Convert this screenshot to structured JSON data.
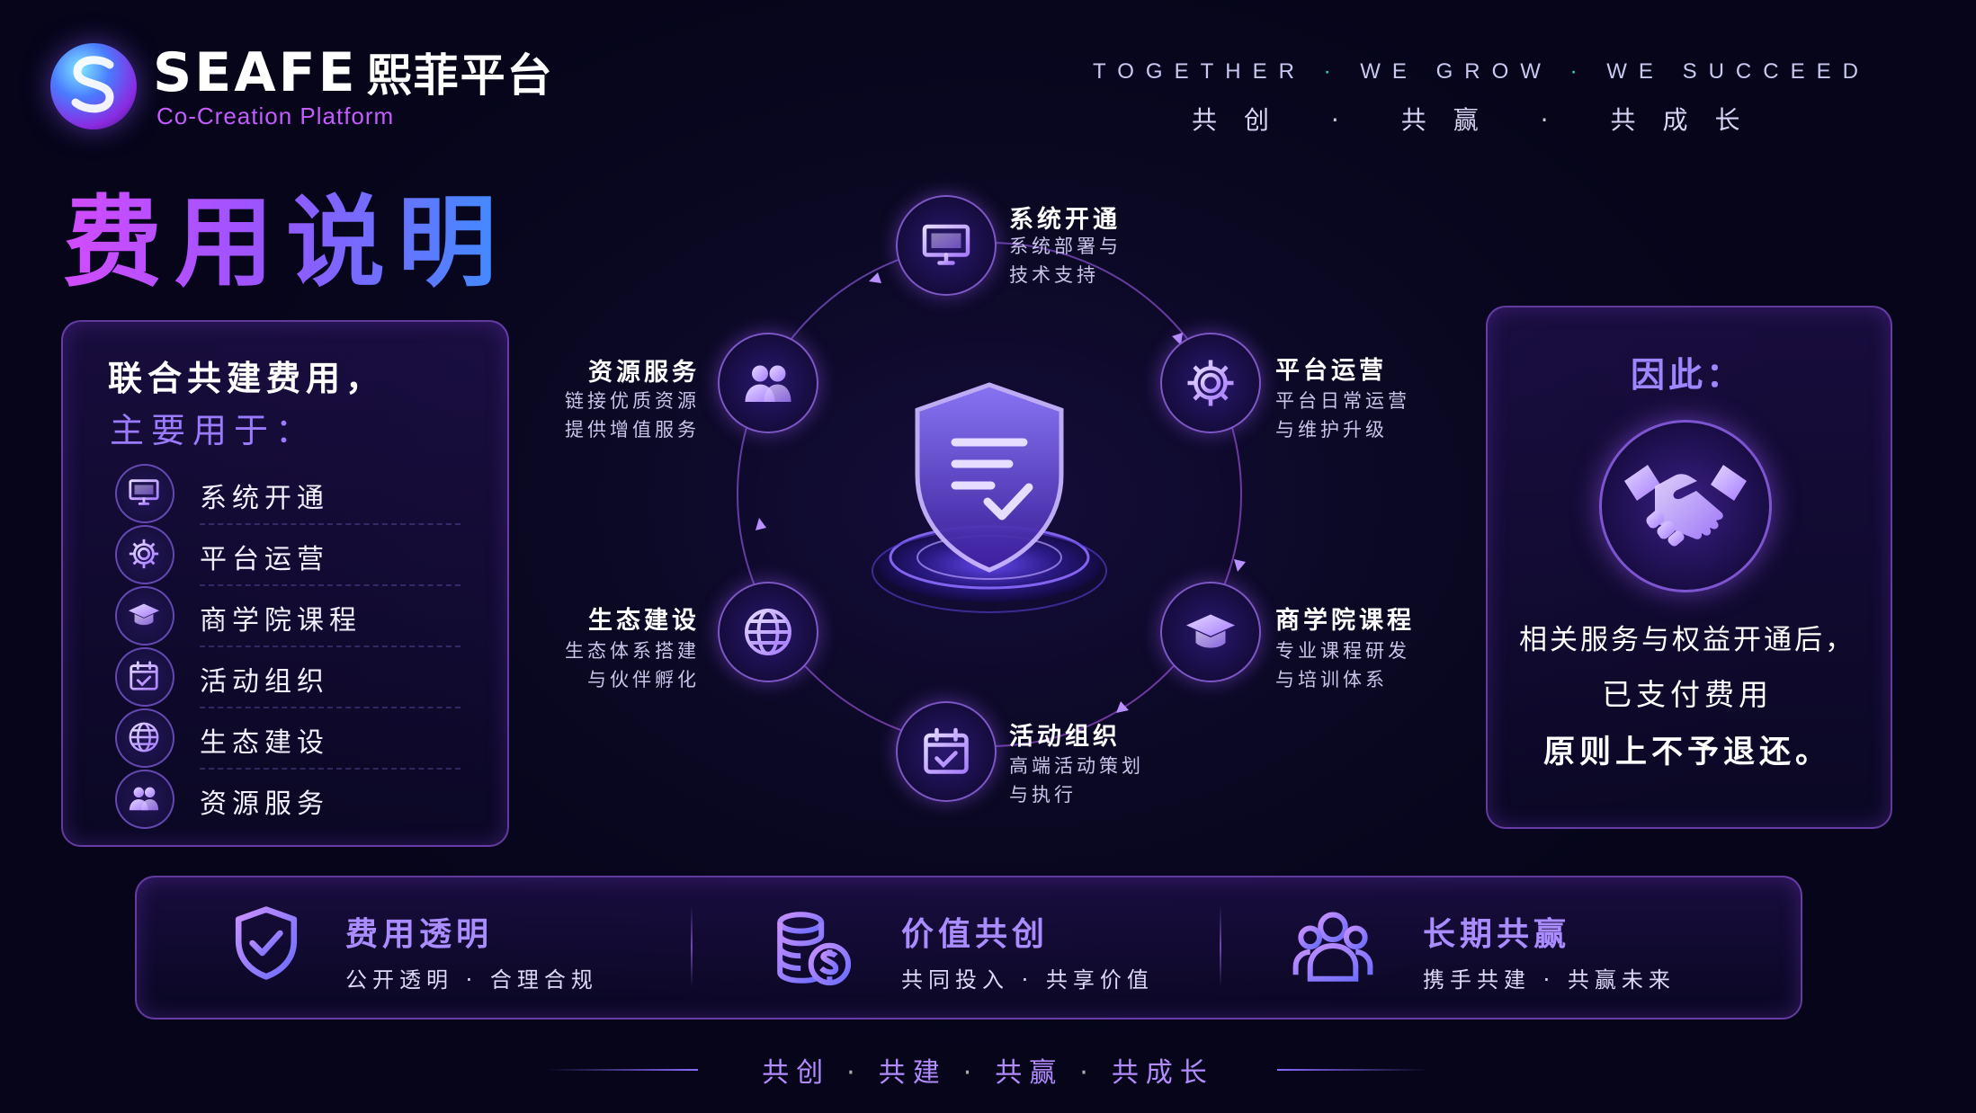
{
  "brand": {
    "name": "SEAFE",
    "name_cn": "熙菲平台",
    "subtitle": "Co-Creation Platform"
  },
  "tagline": {
    "en": [
      "TOGETHER",
      "WE GROW",
      "WE SUCCEED"
    ],
    "cn": [
      "共创",
      "共赢",
      "共成长"
    ]
  },
  "page_title": "费用说明",
  "left_panel": {
    "heading_1": "联合共建费用，",
    "heading_2": "主要用于：",
    "items": [
      {
        "label": "系统开通",
        "icon": "monitor-icon"
      },
      {
        "label": "平台运营",
        "icon": "gear-icon"
      },
      {
        "label": "商学院课程",
        "icon": "graduation-cap-icon"
      },
      {
        "label": "活动组织",
        "icon": "calendar-check-icon"
      },
      {
        "label": "生态建设",
        "icon": "globe-icon"
      },
      {
        "label": "资源服务",
        "icon": "users-icon"
      }
    ]
  },
  "cycle": {
    "center_icon": "shield-check-icon",
    "nodes": [
      {
        "title": "系统开通",
        "desc_1": "系统部署与",
        "desc_2": "技术支持",
        "icon": "monitor-icon"
      },
      {
        "title": "平台运营",
        "desc_1": "平台日常运营",
        "desc_2": "与维护升级",
        "icon": "gear-icon"
      },
      {
        "title": "商学院课程",
        "desc_1": "专业课程研发",
        "desc_2": "与培训体系",
        "icon": "graduation-cap-icon"
      },
      {
        "title": "活动组织",
        "desc_1": "高端活动策划",
        "desc_2": "与执行",
        "icon": "calendar-check-icon"
      },
      {
        "title": "生态建设",
        "desc_1": "生态体系搭建",
        "desc_2": "与伙伴孵化",
        "icon": "globe-icon"
      },
      {
        "title": "资源服务",
        "desc_1": "链接优质资源",
        "desc_2": "提供增值服务",
        "icon": "users-icon"
      }
    ]
  },
  "right_panel": {
    "title": "因此：",
    "icon": "handshake-icon",
    "line_1": "相关服务与权益开通后，",
    "line_2": "已支付费用",
    "line_3": "原则上不予退还。"
  },
  "bottom": [
    {
      "title": "费用透明",
      "desc": "公开透明 · 合理合规",
      "icon": "shield-check-icon"
    },
    {
      "title": "价值共创",
      "desc": "共同投入 · 共享价值",
      "icon": "coins-dollar-icon"
    },
    {
      "title": "长期共赢",
      "desc": "携手共建 · 共赢未来",
      "icon": "team-icon"
    }
  ],
  "slogan": [
    "共创",
    "共建",
    "共赢",
    "共成长"
  ],
  "colors": {
    "background": "#07061a",
    "accent_purple": "#a98cff",
    "accent_magenta": "#c45cff",
    "accent_blue": "#3d8dff"
  }
}
